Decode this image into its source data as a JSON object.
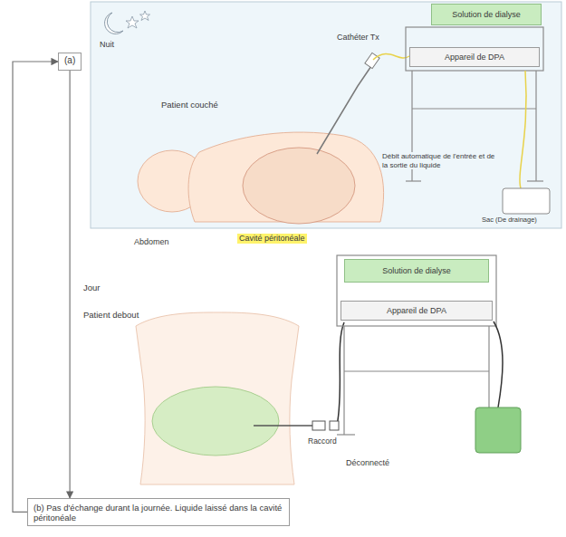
{
  "diagram": {
    "nodes": [
      {
        "text": [
          "(a)"
        ]
      },
      {
        "text": [
          "(b) Pas d'échange durant la journée. Liquide laissé dans la cavité péritonéale"
        ]
      },
      {
        "text": [
          "Solution de dialyse"
        ]
      },
      {
        "text": [
          "Appareil de DPA"
        ]
      },
      {
        "text": [
          "Solution de dialyse"
        ]
      },
      {
        "text": [
          "Appareil de DPA"
        ]
      }
    ],
    "edges": [
      {
        "from": 0,
        "to": 1,
        "arrow": "to"
      },
      {
        "from": 1,
        "to": 0,
        "arrow": "to"
      }
    ],
    "labels": [
      "Nuit",
      "Patient couché",
      "Cathéter Tx",
      "Débit automatique de l'entrée et de la sortie du liquide",
      "Sac (De drainage)",
      "Abdomen",
      "Cavité péritonéale",
      "Jour",
      "Patient debout",
      "Raccord",
      "Déconnecté"
    ]
  }
}
